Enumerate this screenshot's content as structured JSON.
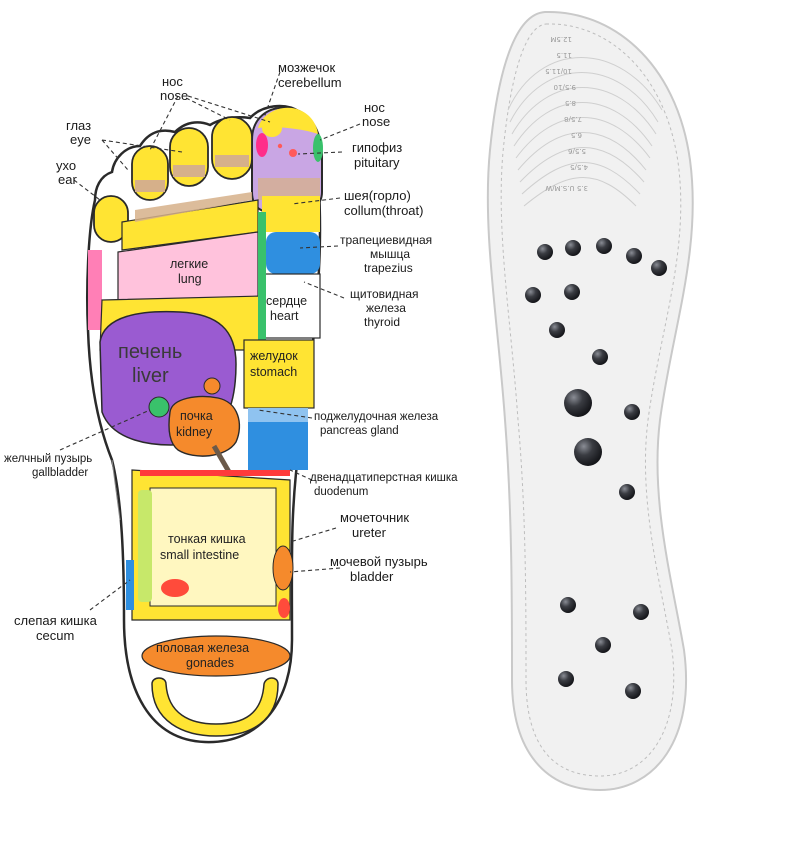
{
  "colors": {
    "yellow": "#ffe433",
    "pink": "#ff7fb6",
    "lightPink": "#ffc2dc",
    "purple": "#9a5bd1",
    "lightPurple": "#c9a6e4",
    "blue": "#2f8fe0",
    "orange": "#f58a2c",
    "green": "#39c16b",
    "tan": "#d6b08a",
    "magnet": "#303238",
    "insole": "#f1f1f1"
  },
  "labels": {
    "nose_left": {
      "ru": "нос",
      "en": "nose"
    },
    "eye": {
      "ru": "глаз",
      "en": "eye"
    },
    "ear": {
      "ru": "ухо",
      "en": "ear"
    },
    "cerebellum": {
      "ru": "мозжечок",
      "en": "cerebellum"
    },
    "nose_right": {
      "ru": "нос",
      "en": "nose"
    },
    "pituitary": {
      "ru": "гипофиз",
      "en": "pituitary"
    },
    "neck": {
      "ru": "шея(горло)",
      "en": "collum(throat)"
    },
    "trapezius": {
      "ru1": "трапециевидная",
      "ru2": "мышца",
      "en": "trapezius"
    },
    "thyroid": {
      "ru1": "щитовидная",
      "ru2": "железа",
      "en": "thyroid"
    },
    "lung": {
      "ru": "легкие",
      "en": "lung"
    },
    "heart": {
      "ru": "сердце",
      "en": "heart"
    },
    "liver": {
      "ru": "печень",
      "en": "liver"
    },
    "stomach": {
      "ru": "желудок",
      "en": "stomach"
    },
    "kidney": {
      "ru": "почка",
      "en": "kidney"
    },
    "pancreas": {
      "ru": "поджелудочная железа",
      "en": "pancreas gland"
    },
    "gallbladder": {
      "ru": "желчный пузырь",
      "en": "gallbladder"
    },
    "duodenum": {
      "ru": "двенадцатиперстная кишка",
      "en": "duodenum"
    },
    "ureter": {
      "ru": "мочеточник",
      "en": "ureter"
    },
    "small_intestine": {
      "ru": "тонкая кишка",
      "en": "small intestine"
    },
    "bladder": {
      "ru": "мочевой пузырь",
      "en": "bladder"
    },
    "cecum": {
      "ru": "слепая кишка",
      "en": "cecum"
    },
    "gonades": {
      "ru": "половая железа",
      "en": "gonades"
    }
  },
  "insole": {
    "size_marks": [
      "12.5M",
      "11.5",
      "10/11.5",
      "9.5/10",
      "8.5",
      "7.5/8",
      "6.5",
      "5.5/6",
      "4.5/5",
      "3.5 U.S.M/W"
    ]
  }
}
